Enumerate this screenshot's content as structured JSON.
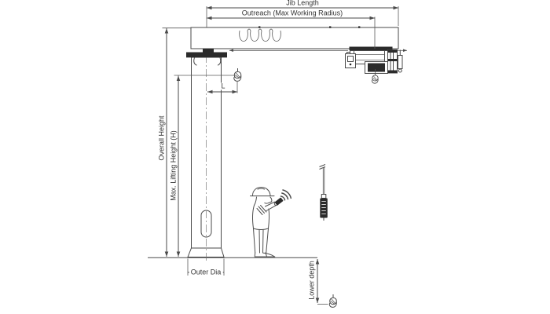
{
  "diagram": {
    "type": "pillar-jib-crane-dimension-drawing",
    "labels": {
      "jib_length": "Jib Length",
      "outreach": "Outreach (Max Working Radius)",
      "overall_height": "Overall Height",
      "max_lifting_height": "Max. Lifting Height (H)",
      "hook_offset": "L",
      "outer_dia": "Outer Dia",
      "lower_depth": "Lower depth"
    },
    "colors": {
      "line": "#4a4a4a",
      "dark_fill": "#2b2b2b",
      "background": "#ffffff",
      "text": "#333333"
    },
    "icons": [
      "crane-hook-icon",
      "festoon-cable-icon",
      "hoist-trolley-icon",
      "pendant-control-icon",
      "operator-icon",
      "remote-control-icon",
      "wireless-signal-icon"
    ]
  }
}
